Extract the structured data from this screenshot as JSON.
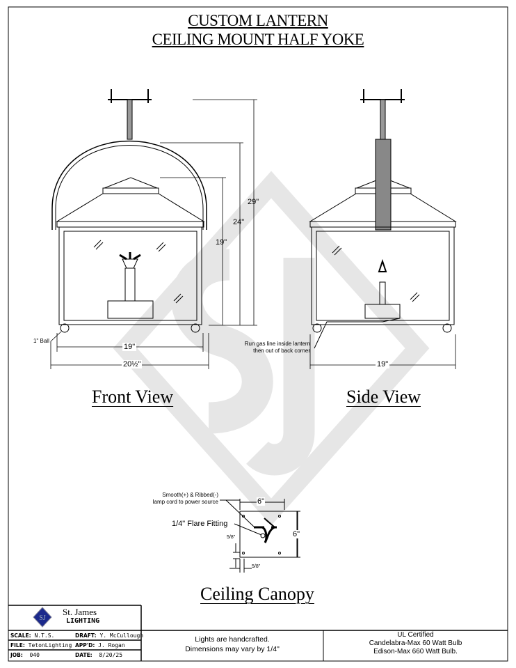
{
  "title": {
    "line1": "CUSTOM LANTERN",
    "line2": "CEILING MOUNT HALF YOKE"
  },
  "front_view": {
    "label": "Front View",
    "dims": {
      "overall_height": "29\"",
      "yoke_height": "24\"",
      "body_height": "19\"",
      "width": "19\"",
      "overall_width": "20½\"",
      "ball": "1\" Ball"
    }
  },
  "side_view": {
    "label": "Side View",
    "dims": {
      "width": "19\""
    },
    "note": {
      "line1": "Run gas line inside lantern",
      "line2": "then out of back corner"
    }
  },
  "canopy": {
    "label": "Ceiling Canopy",
    "cord_note": {
      "line1": "Smooth(+) & Ribbed(-)",
      "line2": "lamp cord to power source"
    },
    "fitting_note": "1/4\" Flare Fitting",
    "dims": {
      "width": "6\"",
      "height": "6\"",
      "offset_v": "5/8\"",
      "offset_h": "5/8\""
    }
  },
  "title_block": {
    "company": {
      "name": "St. James",
      "sub": "LIGHTING"
    },
    "scale": {
      "label": "SCALE:",
      "value": "N.T.S."
    },
    "draft": {
      "label": "DRAFT:",
      "value": "Y. McCullough"
    },
    "file": {
      "label": "FILE:",
      "value": "TetonLighting"
    },
    "approved": {
      "label": "APP'D:",
      "value": "J. Rogan"
    },
    "job": {
      "label": "JOB:",
      "value": "040"
    },
    "date": {
      "label": "DATE:",
      "value": "8/20/25"
    },
    "note_center": {
      "line1": "Lights are handcrafted.",
      "line2": "Dimensions may vary by 1/4\""
    },
    "note_right": {
      "line1": "UL Certified",
      "line2": "Candelabra-Max 60 Watt Bulb",
      "line3": "Edison-Max 660 Watt Bulb."
    }
  },
  "colors": {
    "line": "#000000",
    "watermark": "#e6e6e6",
    "logo": "#1c2a8c"
  }
}
